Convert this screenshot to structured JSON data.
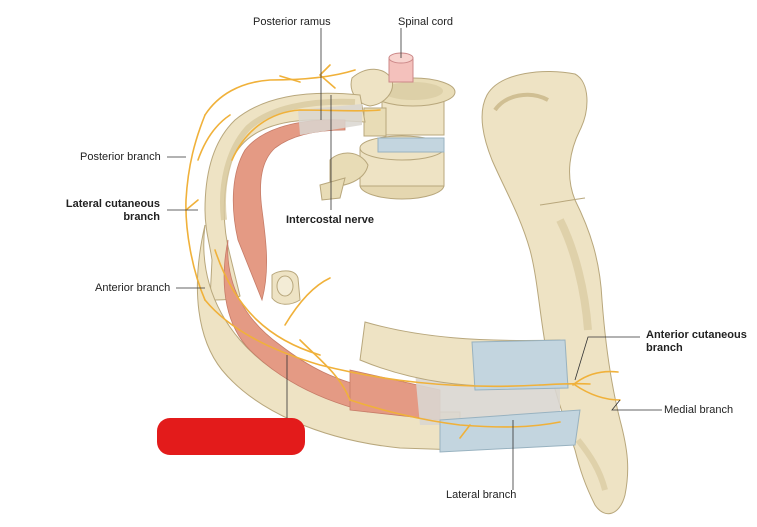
{
  "labels": {
    "posterior_ramus": "Posterior ramus",
    "spinal_cord": "Spinal cord",
    "posterior_branch": "Posterior branch",
    "lateral_cutaneous_l1": "Lateral cutaneous",
    "lateral_cutaneous_l2": "branch",
    "intercostal_nerve": "Intercostal nerve",
    "anterior_branch": "Anterior branch",
    "anterior_cutaneous_l1": "Anterior cutaneous",
    "anterior_cutaneous_l2": "branch",
    "medial_branch": "Medial branch",
    "lateral_branch": "Lateral branch"
  },
  "colors": {
    "bone": "#eee3c4",
    "bone_shade": "#d8c9a0",
    "bone_edge": "#b8a77c",
    "cartilage": "#c3d5df",
    "muscle": "#e49a84",
    "membrane": "#d9d6d0",
    "nerve": "#f0b13a",
    "cord": "#f4c1bc",
    "redaction": "#e31b1b"
  }
}
